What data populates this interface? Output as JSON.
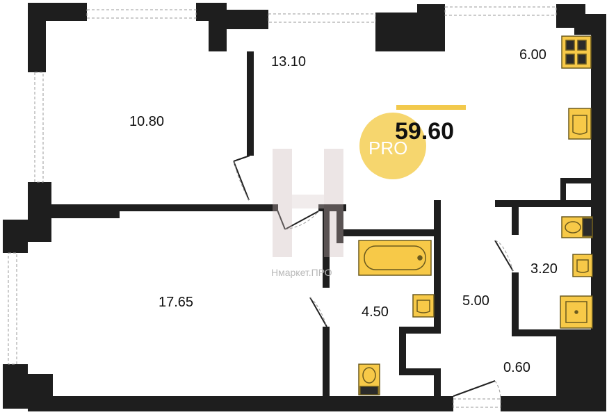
{
  "rooms": [
    {
      "id": "bedroom",
      "area": "10.80"
    },
    {
      "id": "kitchen_living",
      "area": "13.10"
    },
    {
      "id": "kitchen_zone",
      "area": "6.00"
    },
    {
      "id": "living_room",
      "area": "17.65"
    },
    {
      "id": "bathroom",
      "area": "4.50"
    },
    {
      "id": "hallway",
      "area": "5.00"
    },
    {
      "id": "wc",
      "area": "3.20"
    },
    {
      "id": "closet",
      "area": "0.60"
    }
  ],
  "total_area": "59.60",
  "badge": {
    "text": "PRO",
    "color": "#f5d25e"
  },
  "watermark": {
    "text": "Нмаркет.ПРО"
  },
  "colors": {
    "wall": "#1e1e1e",
    "fixture": "#f7c948",
    "fixture_stroke": "#6b5a1e",
    "accent": "#f2c94c"
  },
  "icons": [
    "stove-icon",
    "sink-icon",
    "bathtub-icon",
    "toilet-icon",
    "shower-icon",
    "door-swing-icon",
    "window-icon"
  ]
}
